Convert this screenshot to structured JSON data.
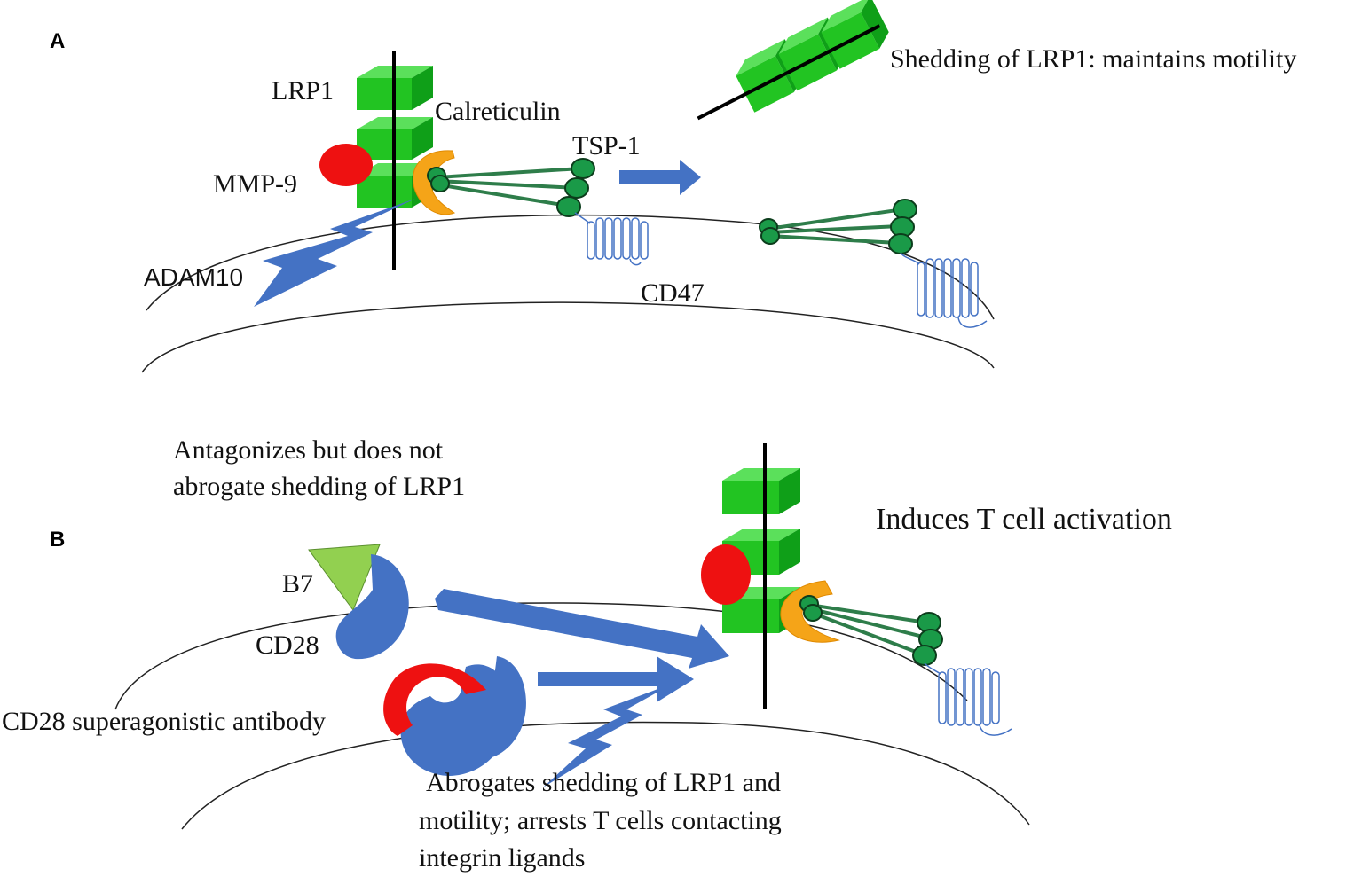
{
  "panel_a": {
    "letter": "A",
    "labels": {
      "lrp1": "LRP1",
      "calreticulin": "Calreticulin",
      "mmp9": "MMP-9",
      "tsp1": "TSP-1",
      "adam10": "ADAM10",
      "cd47": "CD47"
    },
    "caption": "Shedding of LRP1: maintains motility"
  },
  "panel_b": {
    "letter": "B",
    "note_lines": [
      "Antagonizes but does not",
      "abrogate shedding of LRP1"
    ],
    "labels": {
      "b7": "B7",
      "cd28": "CD28",
      "antibody": "CD28 superagonistic antibody"
    },
    "caption": "Induces T cell activation",
    "bottom_lines": [
      "Abrogates shedding of LRP1 and",
      "motility; arrests T cells contacting",
      "integrin ligands"
    ]
  },
  "colors": {
    "lrp1_green": "#22c422",
    "lrp1_dark": "#0f8f18",
    "mmp9_red": "#ee1111",
    "calreticulin_orange": "#f5a418",
    "tsp1_green": "#1a9a48",
    "arrow_blue": "#4472c4",
    "cd47_blue": "#4472c4",
    "b7_green": "#92d050",
    "antibody_red": "#ee1111"
  }
}
